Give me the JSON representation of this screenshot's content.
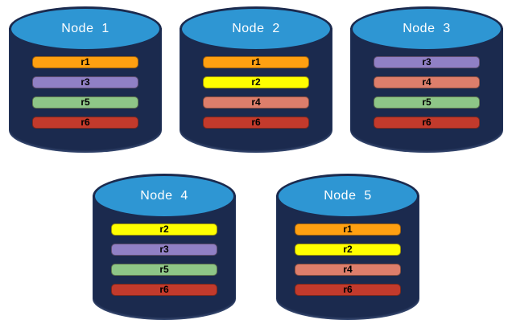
{
  "canvas": {
    "background": "#FFFFFF"
  },
  "colors": {
    "cylinder_body": "#1B2A4E",
    "cylinder_top": "#2E96D3",
    "title_text": "#FFFFFF",
    "bar_text": "#000000",
    "partition_colors": {
      "r1": "#FFA011",
      "r2": "#FFFF00",
      "r3": "#9080C5",
      "r4": "#DD7E6B",
      "r5": "#8EC687",
      "r6": "#C23A2C"
    }
  },
  "nodes": [
    {
      "title": "Node  1",
      "partitions": [
        {
          "label": "r1",
          "color": "#FFA011"
        },
        {
          "label": "r3",
          "color": "#9080C5"
        },
        {
          "label": "r5",
          "color": "#8EC687"
        },
        {
          "label": "r6",
          "color": "#C23A2C"
        }
      ]
    },
    {
      "title": "Node  2",
      "partitions": [
        {
          "label": "r1",
          "color": "#FFA011"
        },
        {
          "label": "r2",
          "color": "#FFFF00"
        },
        {
          "label": "r4",
          "color": "#DD7E6B"
        },
        {
          "label": "r6",
          "color": "#C23A2C"
        }
      ]
    },
    {
      "title": "Node  3",
      "partitions": [
        {
          "label": "r3",
          "color": "#9080C5"
        },
        {
          "label": "r4",
          "color": "#DD7E6B"
        },
        {
          "label": "r5",
          "color": "#8EC687"
        },
        {
          "label": "r6",
          "color": "#C23A2C"
        }
      ]
    },
    {
      "title": "Node  4",
      "partitions": [
        {
          "label": "r2",
          "color": "#FFFF00"
        },
        {
          "label": "r3",
          "color": "#9080C5"
        },
        {
          "label": "r5",
          "color": "#8EC687"
        },
        {
          "label": "r6",
          "color": "#C23A2C"
        }
      ]
    },
    {
      "title": "Node  5",
      "partitions": [
        {
          "label": "r1",
          "color": "#FFA011"
        },
        {
          "label": "r2",
          "color": "#FFFF00"
        },
        {
          "label": "r4",
          "color": "#DD7E6B"
        },
        {
          "label": "r6",
          "color": "#C23A2C"
        }
      ]
    }
  ]
}
